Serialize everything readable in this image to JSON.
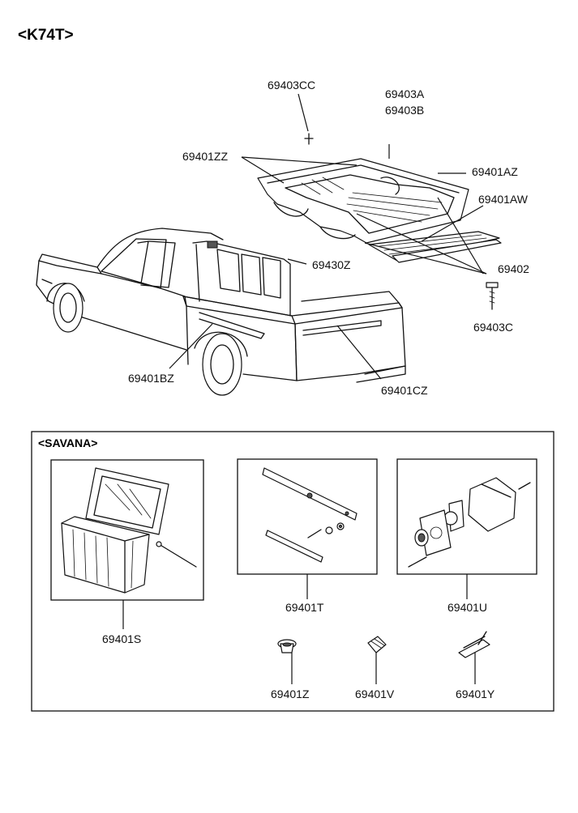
{
  "page_title": "<K74T>",
  "section_title": "<SAVANA>",
  "callouts": {
    "c69403CC": "69403CC",
    "c69403A": "69403A",
    "c69403B": "69403B",
    "c69401ZZ": "69401ZZ",
    "c69401AZ": "69401AZ",
    "c69401AW": "69401AW",
    "c69430Z": "69430Z",
    "c69402": "69402",
    "c69403C": "69403C",
    "c69401BZ": "69401BZ",
    "c69401CZ": "69401CZ",
    "c69401S": "69401S",
    "c69401T": "69401T",
    "c69401U": "69401U",
    "c69401Z": "69401Z",
    "c69401V": "69401V",
    "c69401Y": "69401Y"
  }
}
